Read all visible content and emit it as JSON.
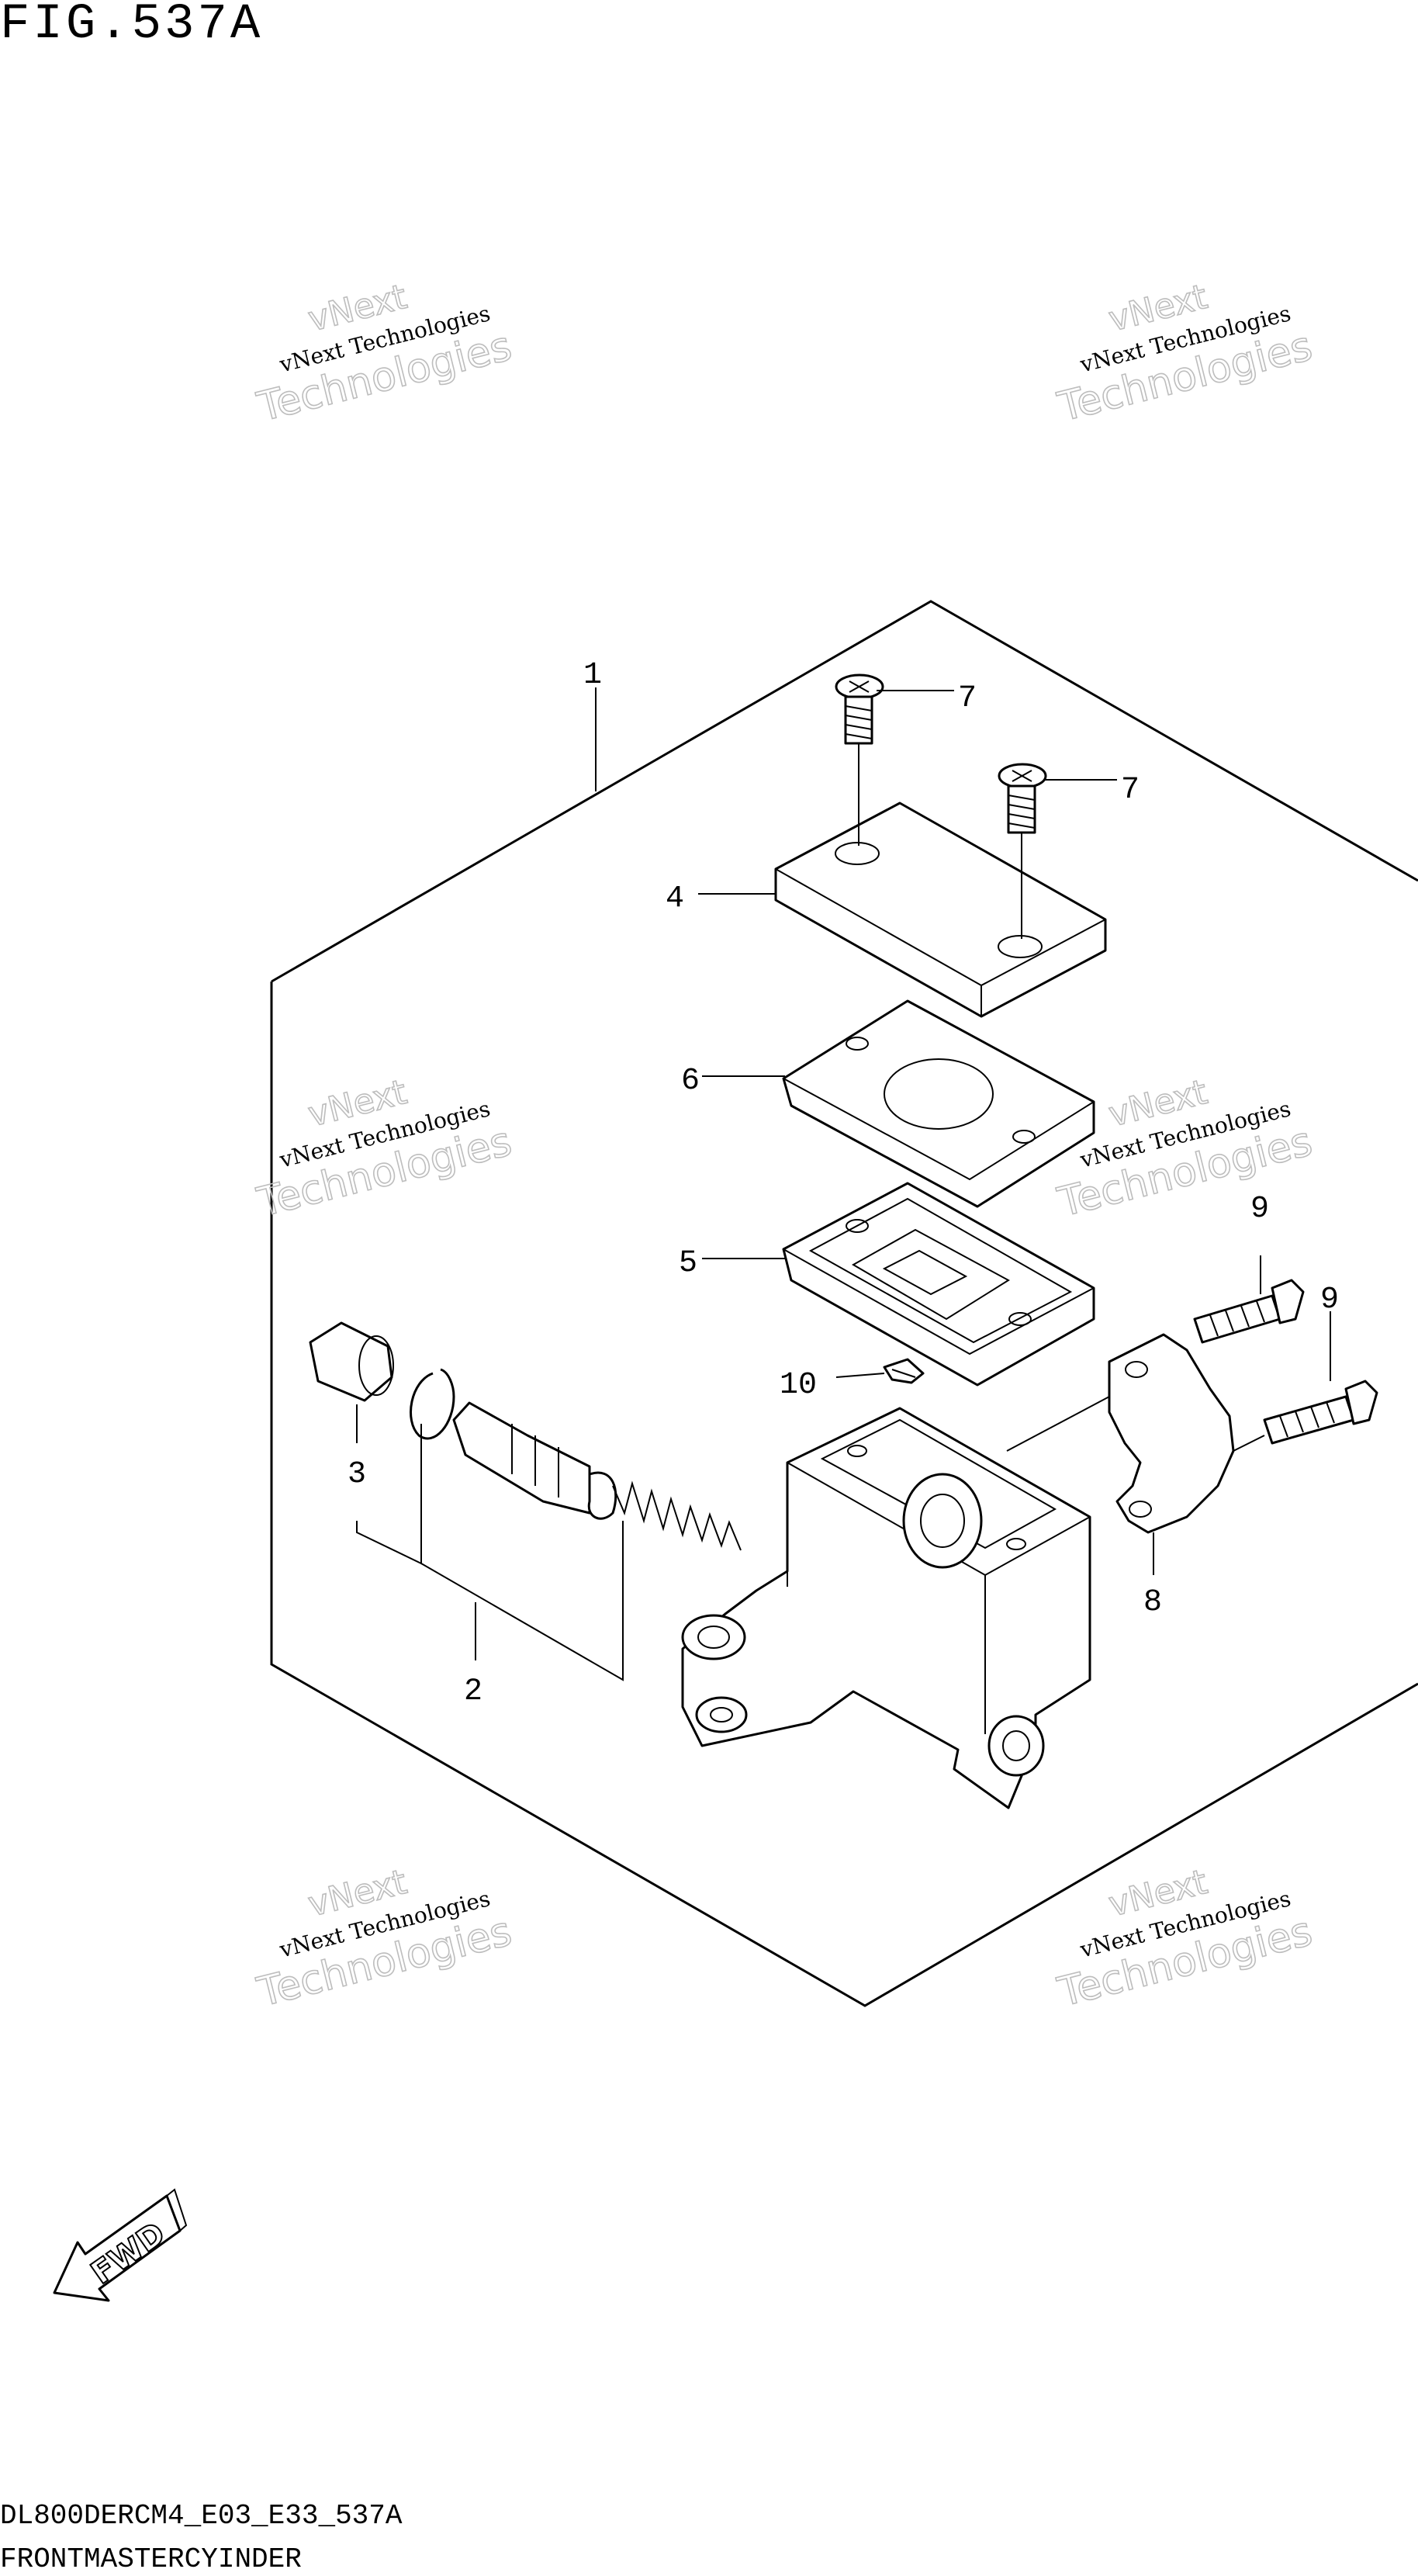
{
  "figure": {
    "title": "FIG.537A"
  },
  "callouts": {
    "c1": "1",
    "c2": "2",
    "c3": "3",
    "c4": "4",
    "c5": "5",
    "c6": "6",
    "c7a": "7",
    "c7b": "7",
    "c8": "8",
    "c9a": "9",
    "c9b": "9",
    "c10": "10"
  },
  "watermark": {
    "brand_top": "vNext",
    "brand_line": "vNext Technologies",
    "brand_big": "Technologies"
  },
  "direction": {
    "label": "FWD"
  },
  "footer": {
    "model_code": "DL800DERCM4_E03_E33_537A",
    "section_name": "FRONTMASTERCYINDER"
  },
  "colors": {
    "line": "#000000",
    "watermark_outline": "#bdbdbd",
    "background": "#ffffff"
  }
}
